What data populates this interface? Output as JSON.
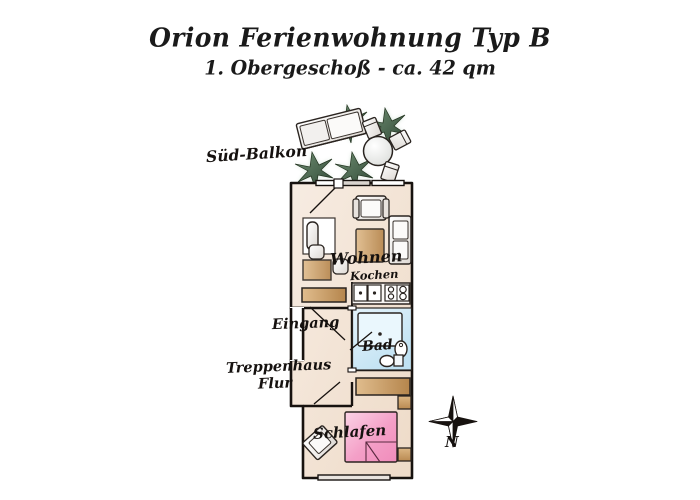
{
  "document": {
    "title": "Orion Ferienwohnung Typ B",
    "subtitle": "1. Obergeschoß - ca. 42 qm"
  },
  "floorplan": {
    "type": "apartment-floor-plan",
    "floor": "1. Obergeschoß",
    "area_label": "ca. 42 qm",
    "labels": {
      "balcony": "Süd-Balkon",
      "living": "Wohnen",
      "kitchen": "Kochen",
      "bath": "Bad",
      "bedroom": "Schlafen",
      "entrance": "Eingang",
      "stairwell": "Treppenhaus",
      "hall": "Flur"
    },
    "compass": {
      "letter": "N",
      "icon": "compass-star-icon"
    },
    "colors": {
      "wall_outline": "#17120f",
      "room_fill": "#f3e2d4",
      "bath_fill": "#cfe9f5",
      "bed_fill": "#f4a8cd",
      "wood_fill": "#c79a62",
      "furniture_fill": "#f6f4f2",
      "plant_fill": "#4d6b52",
      "paper_white": "#ffffff"
    },
    "rooms": [
      {
        "name": "Wohnen / Kochen",
        "key": "living-kitchen"
      },
      {
        "name": "Bad",
        "key": "bath"
      },
      {
        "name": "Schlafen",
        "key": "bedroom"
      },
      {
        "name": "Flur",
        "key": "hall"
      },
      {
        "name": "Süd-Balkon",
        "key": "balcony"
      }
    ],
    "furniture": {
      "balcony": [
        "sun-lounger",
        "round-table",
        "chair",
        "chair",
        "chair",
        "plant",
        "plant",
        "plant",
        "plant"
      ],
      "living": [
        "armchair",
        "coffee-table",
        "sofa",
        "mirror",
        "sideboard",
        "desk",
        "chair",
        "chair",
        "cabinet"
      ],
      "kitchen": [
        "sink",
        "stove"
      ],
      "bath": [
        "bathtub",
        "washbasin",
        "toilet"
      ],
      "bedroom": [
        "double-bed",
        "nightstand",
        "nightstand",
        "wardrobe",
        "armchair"
      ]
    }
  }
}
